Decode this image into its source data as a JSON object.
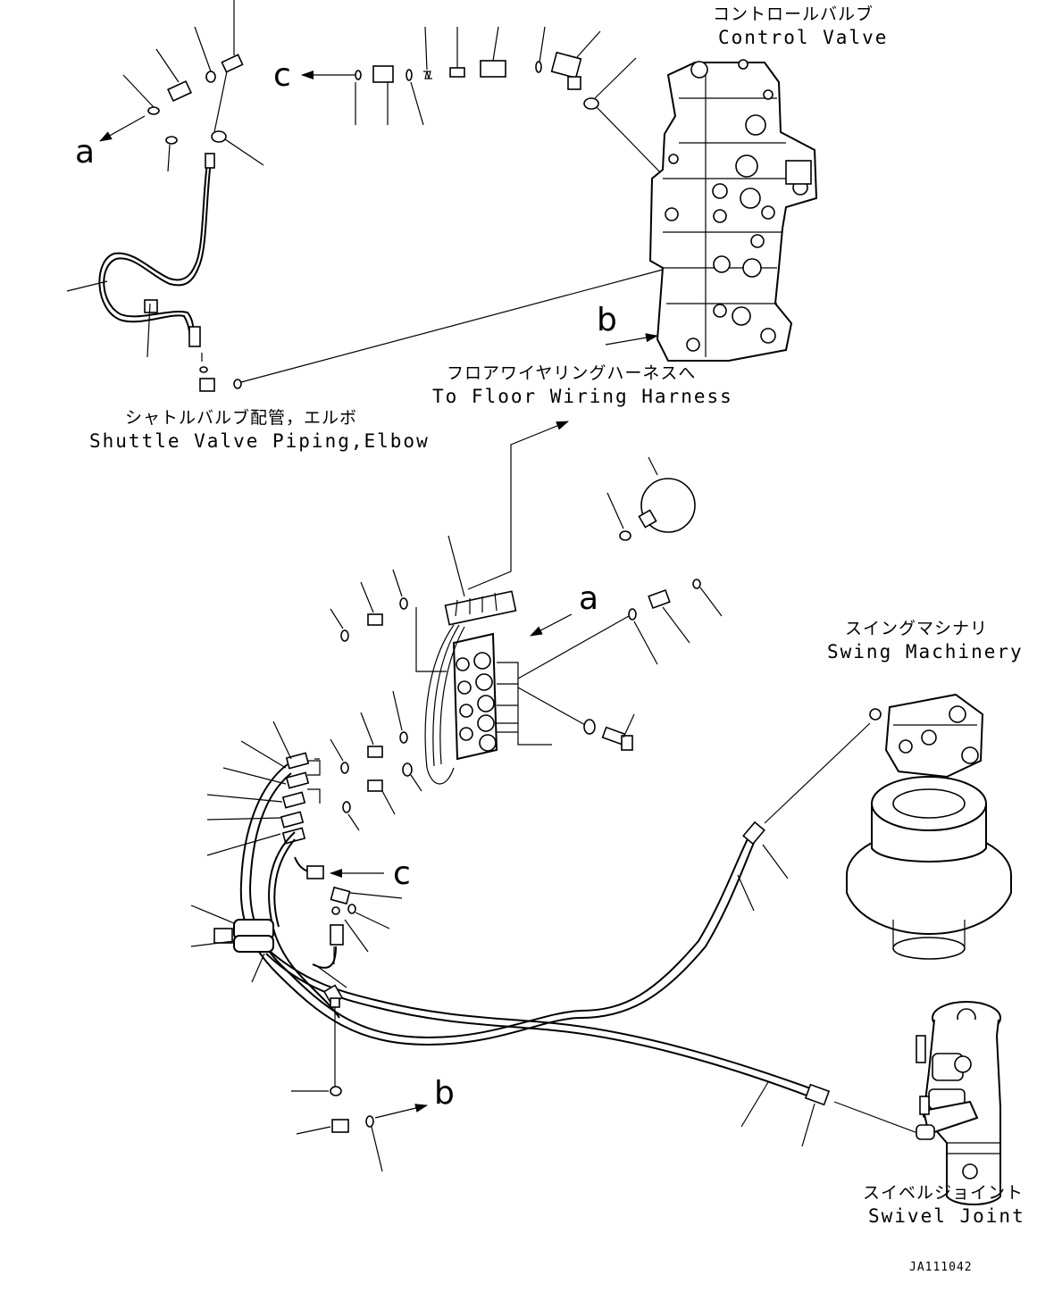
{
  "labels": {
    "control_valve_jp": "コントロールバルブ",
    "control_valve_en": "Control Valve",
    "floor_harness_jp": "フロアワイヤリングハーネスへ",
    "floor_harness_en": "To Floor Wiring Harness",
    "shuttle_jp": "シャトルバルブ配管，エルボ",
    "shuttle_en": "Shuttle Valve Piping,Elbow",
    "swing_jp": "スイングマシナリ",
    "swing_en": "Swing Machinery",
    "swivel_jp": "スイベルジョイント",
    "swivel_en": "Swivel Joint"
  },
  "refs": {
    "a": "a",
    "b": "b",
    "c": "c"
  },
  "drawing_code": "JA111042"
}
